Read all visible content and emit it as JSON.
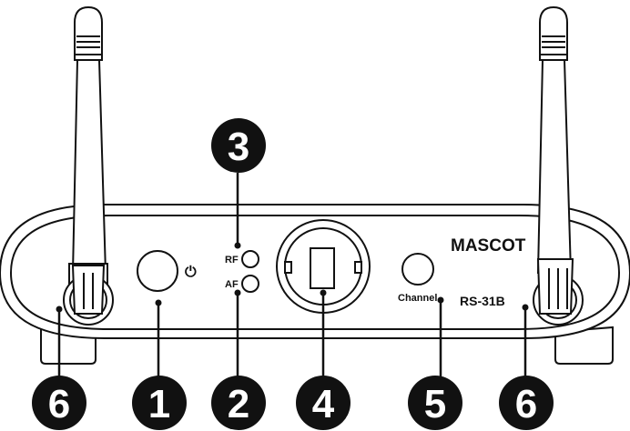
{
  "device": {
    "brand": "MASCOT",
    "model": "RS-31B",
    "labels": {
      "rf": "RF",
      "af": "AF",
      "channel": "Channel",
      "power_symbol": "⏻"
    }
  },
  "callouts": [
    "1",
    "2",
    "3",
    "4",
    "5",
    "6",
    "6"
  ]
}
